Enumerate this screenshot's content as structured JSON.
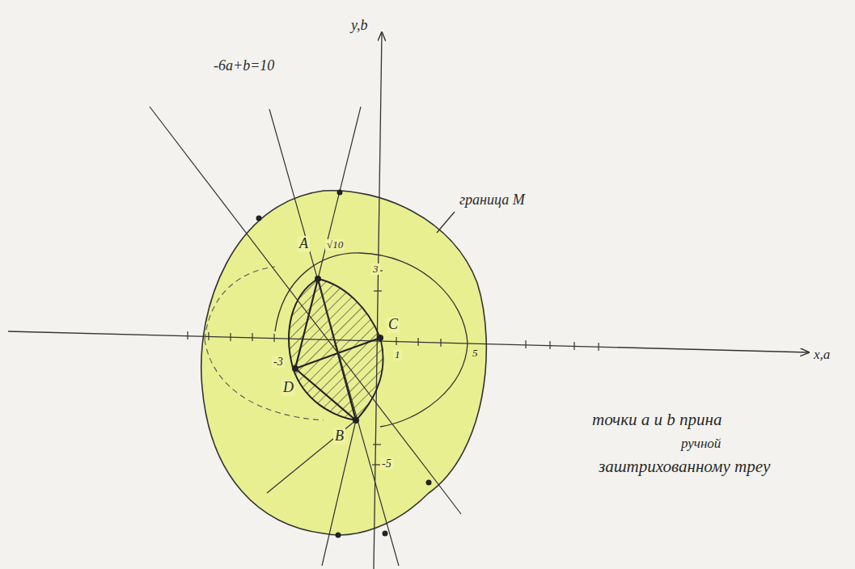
{
  "diagram": {
    "labels": [
      "y,b",
      "x,a",
      "-6a+b=10",
      "граница M",
      "√10",
      "3",
      "-3",
      "1",
      "5",
      "-5",
      "A",
      "B",
      "C",
      "D",
      "точки a и b прина",
      "ручной",
      "заштрихованному треу"
    ]
  }
}
